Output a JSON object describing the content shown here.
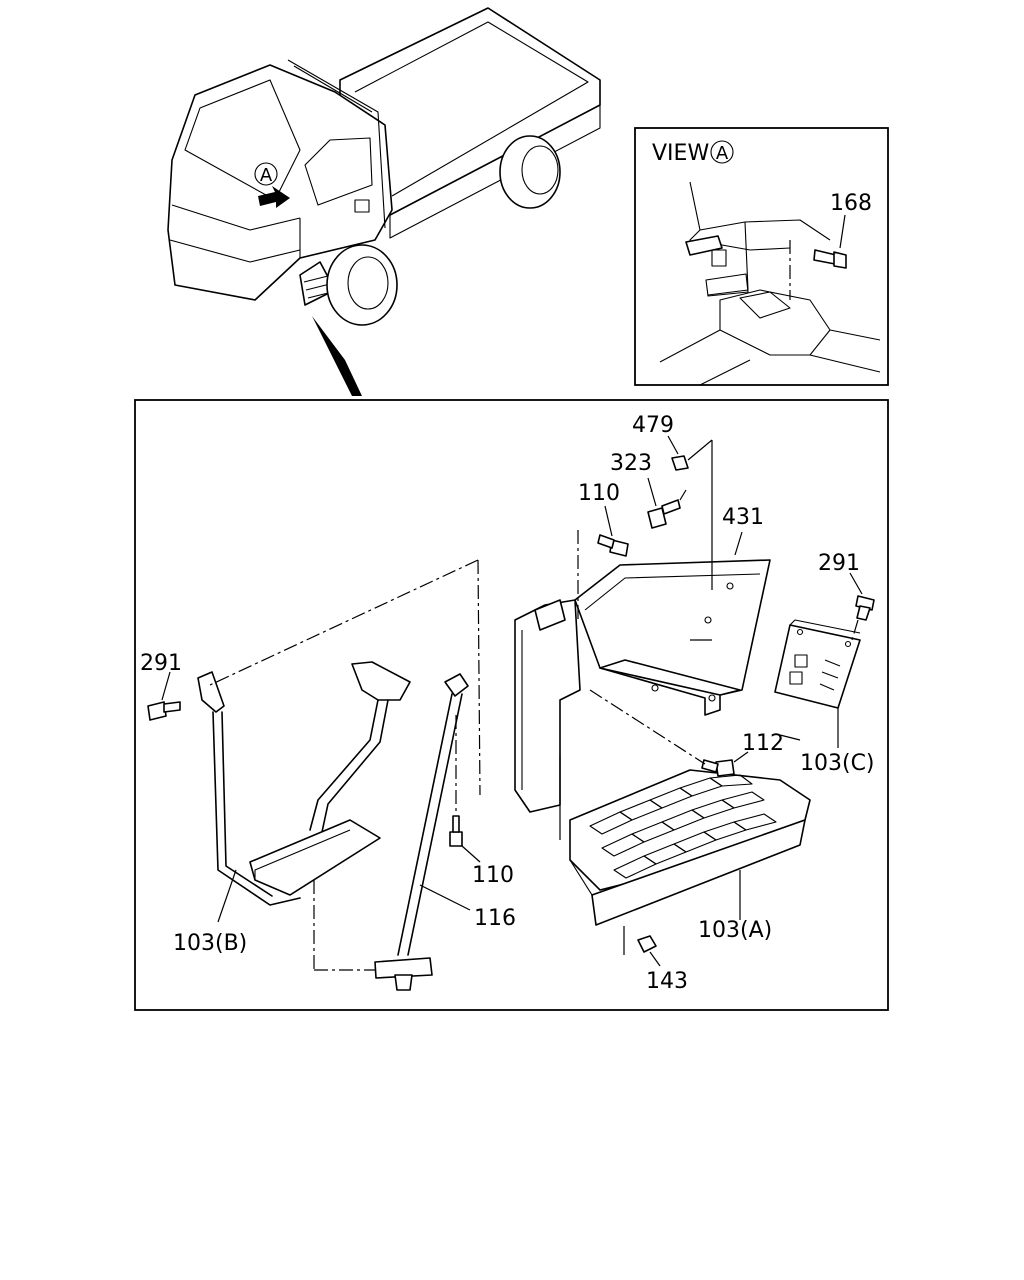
{
  "view": {
    "title": "VIEW",
    "marker": "A"
  },
  "callouts": {
    "p168": "168",
    "p479": "479",
    "p323": "323",
    "p110_top": "110",
    "p431": "431",
    "p291_right": "291",
    "p291_left": "291",
    "p112": "112",
    "p103c": "103(C)",
    "p110_bottom": "110",
    "p116": "116",
    "p103b": "103(B)",
    "p103a": "103(A)",
    "p143": "143"
  }
}
